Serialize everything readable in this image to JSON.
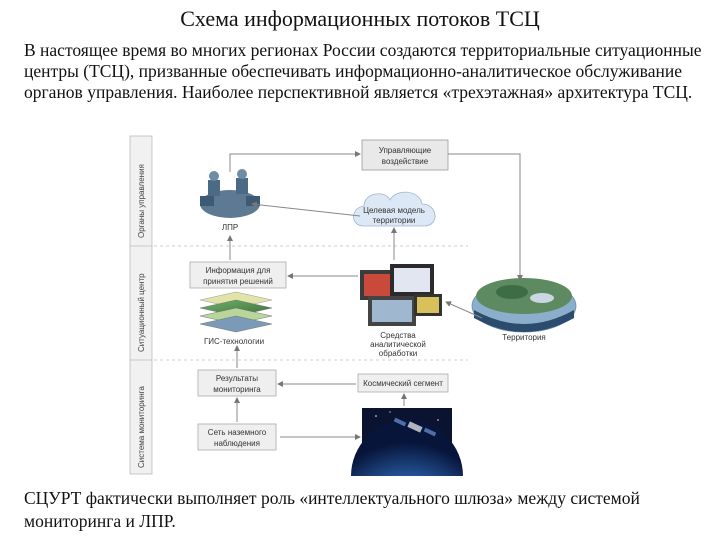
{
  "title": "Схема информационных потоков ТСЦ",
  "intro": "В настоящее время во многих регионах России создаются территориальные ситуационные центры (ТСЦ), призванные  обеспечивать информационно-аналитическое обслуживание органов управления. Наиболее перспективной является «трехэтажная» архитектура ТСЦ.",
  "outro": "СЦУРТ фактически выполняет роль «интеллектуального шлюза» между системой мониторинга и ЛПР.",
  "diagram": {
    "bands": {
      "top": "Органы управления",
      "middle": "Ситуационный центр",
      "bottom": "Система мониторинга"
    },
    "labels": {
      "control_line1": "Управляющие",
      "control_line2": "воздействие",
      "model_line1": "Целевая модель",
      "model_line2": "территории",
      "lpr": "ЛПР",
      "info_line1": "Информация для",
      "info_line2": "принятия решений",
      "gis": "ГИС-технологии",
      "analytics_line1": "Средства",
      "analytics_line2": "аналитической",
      "analytics_line3": "обработки",
      "territory": "Территория",
      "results_line1": "Результаты",
      "results_line2": "мониторинга",
      "space": "Космический сегмент",
      "network_line1": "Сеть наземного",
      "network_line2": "наблюдения"
    }
  }
}
